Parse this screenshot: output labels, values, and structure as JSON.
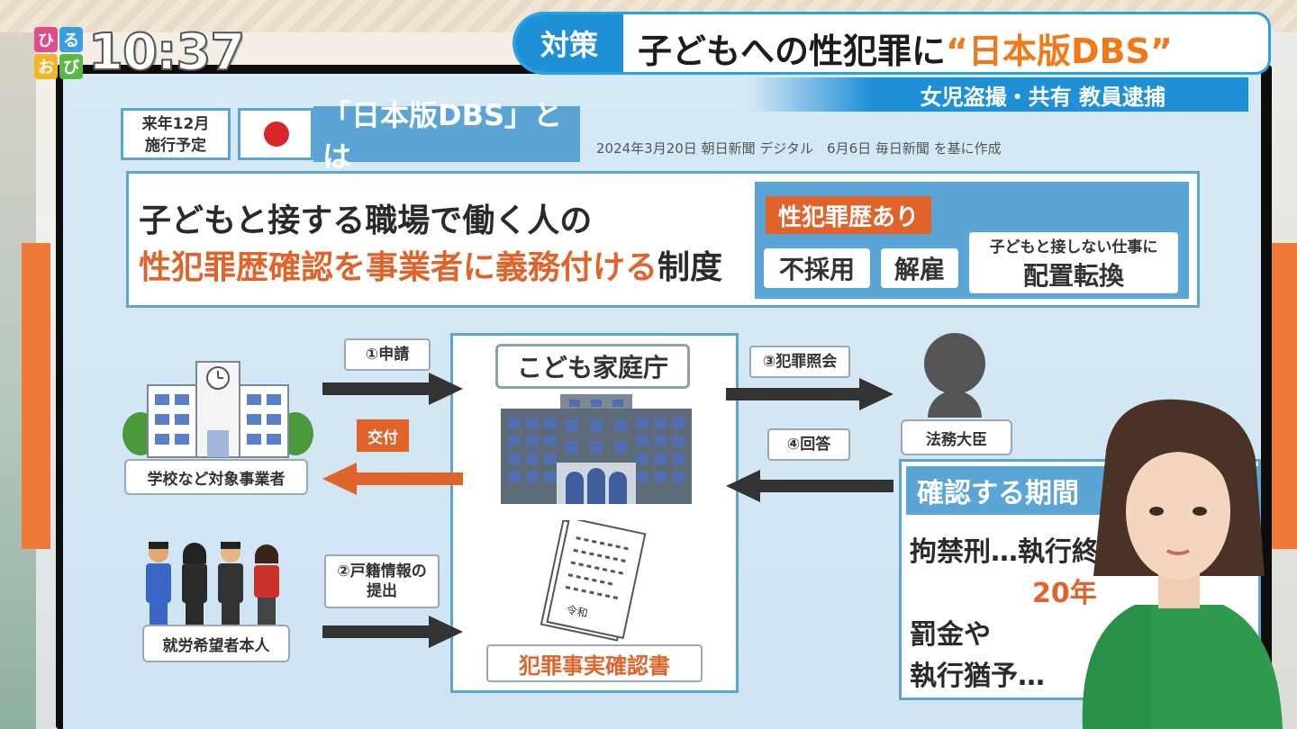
{
  "broadcast": {
    "logo_chars": [
      "ひ",
      "る",
      "お",
      "び"
    ],
    "clock": "10:37",
    "headline_tag": "対策",
    "headline_prefix": "子どもへの性犯罪に",
    "headline_highlight": "“日本版DBS”",
    "subheadline": "女児盗撮・共有 教員逮捕"
  },
  "board": {
    "date_badge_line1": "来年12月",
    "date_badge_line2": "施行予定",
    "title": "「日本版DBS」とは",
    "source": "2024年3月20日 朝日新聞 デジタル　6月6日 毎日新聞 を基に作成",
    "definition_line1": "子どもと接する職場で働く人の",
    "definition_line2_highlight": "性犯罪歴確認を事業者に義務付ける",
    "definition_line2_suffix": "制度",
    "history_tag": "性犯罪歴あり",
    "result_1": "不採用",
    "result_2": "解雇",
    "result_3_small": "子どもと接しない仕事に",
    "result_3_big": "配置転換",
    "agency": "こども家庭庁",
    "step_1": "①申請",
    "step_2_line1": "②戸籍情報の",
    "step_2_line2": "提出",
    "step_3": "③犯罪照会",
    "step_4": "④回答",
    "issue_tag": "交付",
    "school_caption": "学校など対象事業者",
    "applicant_caption": "就労希望者本人",
    "minister_caption": "法務大臣",
    "certificate": "犯罪事実確認書",
    "document_text": "令和",
    "period_header": "確認する期間",
    "period_line1": "拘禁刑…執行終",
    "period_line2": "20年",
    "period_line3": "罰金や",
    "period_line4": "執行猶予…"
  },
  "colors": {
    "accent_blue": "#5ba4d6",
    "headline_blue": "#1f8fd8",
    "accent_orange": "#e0632a",
    "flag_red": "#d6262a"
  }
}
